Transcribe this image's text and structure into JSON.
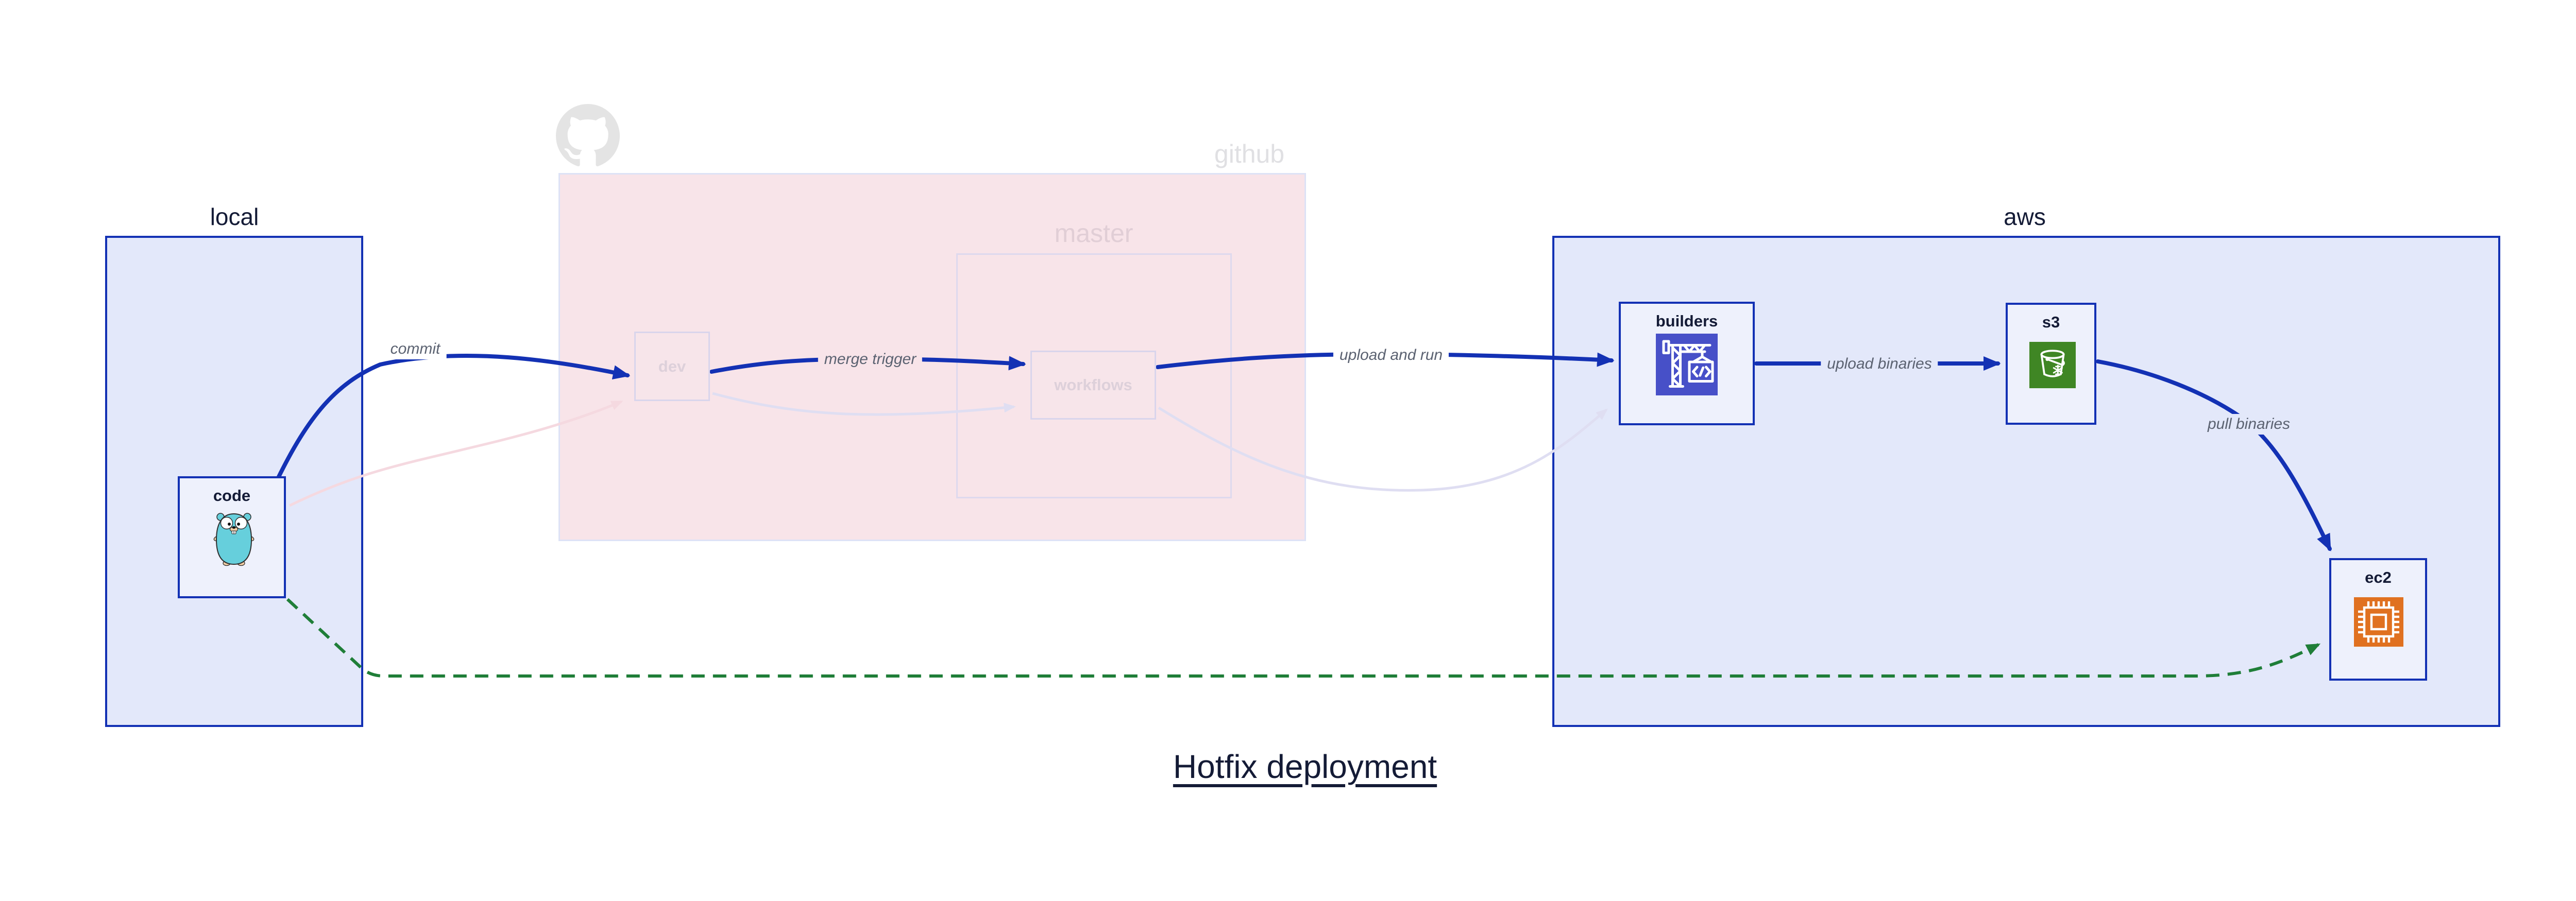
{
  "diagram": {
    "title": "Hotfix deployment"
  },
  "containers": {
    "local": {
      "label": "local"
    },
    "github": {
      "label": "github",
      "logo_icon": "github-octocat-icon"
    },
    "master": {
      "label": "master"
    },
    "aws": {
      "label": "aws"
    }
  },
  "nodes": {
    "code": {
      "label": "code",
      "icon": "go-gopher-icon"
    },
    "dev": {
      "label": "dev"
    },
    "workflows": {
      "label": "workflows"
    },
    "builders": {
      "label": "builders",
      "icon": "aws-codebuild-crane-icon"
    },
    "s3": {
      "label": "s3",
      "icon": "aws-s3-glacier-bucket-icon"
    },
    "ec2": {
      "label": "ec2",
      "icon": "aws-ec2-chip-icon"
    }
  },
  "edges": {
    "commit": {
      "label": "commit",
      "from": "code",
      "to": "dev",
      "style": "solid-blue"
    },
    "merge_trigger": {
      "label": "merge trigger",
      "from": "dev",
      "to": "workflows",
      "style": "solid-blue"
    },
    "upload_and_run": {
      "label": "upload and run",
      "from": "workflows",
      "to": "builders",
      "style": "solid-blue"
    },
    "upload_binaries": {
      "label": "upload binaries",
      "from": "builders",
      "to": "s3",
      "style": "solid-blue"
    },
    "pull_binaries": {
      "label": "pull binaries",
      "from": "s3",
      "to": "ec2",
      "style": "solid-blue"
    },
    "hotfix_path": {
      "label": "",
      "from": "code",
      "to": "ec2",
      "style": "dashed-green"
    },
    "faded_code_dev": {
      "label": "",
      "from": "code",
      "to": "dev",
      "style": "faded-pink"
    },
    "faded_dev_wf": {
      "label": "",
      "from": "dev",
      "to": "workflows",
      "style": "faded-lavender"
    },
    "faded_wf_builders": {
      "label": "",
      "from": "workflows",
      "to": "builders",
      "style": "faded-lavender"
    }
  },
  "colors": {
    "blue": "#1331b4",
    "navyText": "#141b36",
    "containerFillBlue": "#e3e8fa",
    "nodeFillBlue": "#eef1fc",
    "pinkFill": "#f8e4e9",
    "pinkNodeFill": "#f7e5ea",
    "fadedNodeBorder": "#d9d5ec",
    "masterBorder": "#ded9ee",
    "githubBorder": "#dde2f6",
    "fadedNodeText": "#ddd0da",
    "masterText": "#e1ced6",
    "githubText": "#e0e0e3",
    "octocatGray": "#e4e4e4",
    "edgeLabelGray": "#5b6271",
    "green": "#1f7e38",
    "fadedPinkEdge": "#f5d9e0",
    "fadedLavenderEdge": "#dfdef2",
    "codebuildIndigo": "#4750c8",
    "glacierGreen": "#3f8624",
    "ec2Orange": "#e07120",
    "gopherTeal": "#66cfdc",
    "gopherTan": "#f2cda4"
  }
}
